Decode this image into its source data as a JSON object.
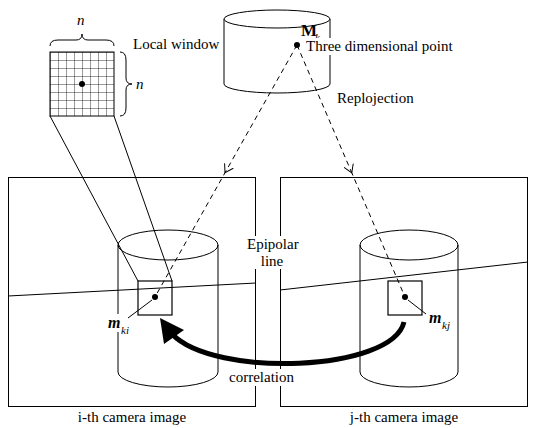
{
  "diagram": {
    "nodes": [
      {
        "text": [
          "i-th camera image"
        ]
      },
      {
        "text": [
          "j-th camera image"
        ]
      }
    ],
    "labels": [
      "Local window",
      "n",
      "n",
      "M",
      "k",
      "Three dimensional point",
      "Replojection",
      "Epipolar line",
      "m",
      "ki",
      "m",
      "kj",
      "correlation"
    ]
  }
}
